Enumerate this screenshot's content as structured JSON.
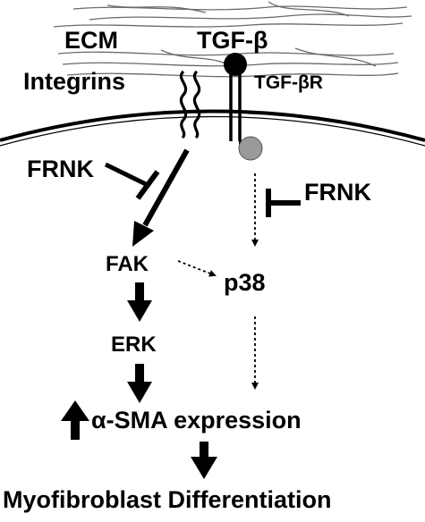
{
  "labels": {
    "ecm": "ECM",
    "tgfb": "TGF-β",
    "integrins": "Integrins",
    "tgfbr": "TGF-βR",
    "frnk_left": "FRNK",
    "frnk_right": "FRNK",
    "fak": "FAK",
    "p38": "p38",
    "erk": "ERK",
    "asma": "α-SMA expression",
    "myofibroblast": "Myofibroblast Differentiation"
  },
  "colors": {
    "ink": "#000000",
    "fiber": "#6a6a6a",
    "kinase_dot": "#9a9a9a"
  }
}
